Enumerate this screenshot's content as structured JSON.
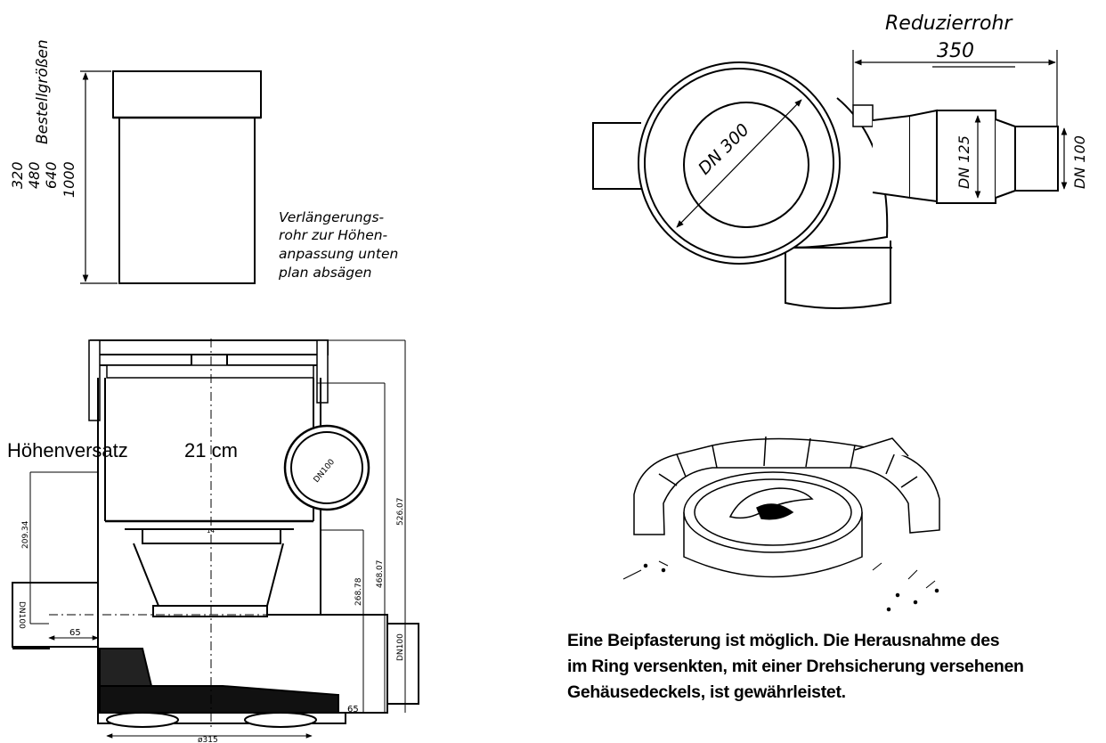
{
  "extension_pipe": {
    "order_sizes_title": "Bestellgrößen",
    "sizes": [
      "320",
      "480",
      "640",
      "1000"
    ],
    "note_lines": [
      "Verlängerungs-",
      "rohr zur Höhen-",
      "anpassung unten",
      "plan absägen"
    ]
  },
  "top_view": {
    "reducer_label": "Reduzierrohr",
    "reducer_length": "350",
    "main_diameter": "DN 300",
    "reduced_diameter": "DN 125",
    "outlet_diameter": "DN 100"
  },
  "section_view": {
    "height_offset_label": "Höhenversatz",
    "height_offset_value": "21 cm",
    "pipe_label": "DN100",
    "inlet_label": "DN100",
    "outlet_label": "DN100",
    "dim_inlet_height": "209.34",
    "dim_268": "268.78",
    "dim_468": "468.07",
    "dim_526": "526.07",
    "dim_inlet_offset": "65",
    "dim_outlet_offset": "65",
    "dim_base": "ø315",
    "rim_mark": "14"
  },
  "installation_caption": {
    "lines": [
      "Eine Beipfasterung ist möglich. Die Herausnahme des",
      "im Ring versenkten, mit einer Drehsicherung versehenen",
      "Gehäusedeckels, ist gewährleistet."
    ]
  }
}
